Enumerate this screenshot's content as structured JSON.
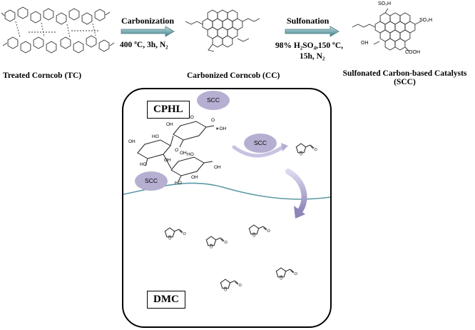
{
  "top": {
    "tc_label": "Treated  Corncob (TC)",
    "cc_label": "Carbonized Corncob (CC)",
    "scc_label_line1": "Sulfonated Carbon-based Catalysts",
    "scc_label_line2": "(SCC)",
    "step1": {
      "title": "Carbonization",
      "cond_line1": "400 ºC, 3h, N₂"
    },
    "step2": {
      "title": "Sulfonation",
      "cond_line1": "98% H₂SO₄,150 ºC,",
      "cond_line2": "15h, N₂"
    },
    "so3h_a": "SO₃H",
    "so3h_b": "SO₃H",
    "oh": "OH",
    "cooh": "COOH"
  },
  "reactor": {
    "top_phase": "CPHL",
    "bottom_phase": "DMC",
    "catalyst_label": "SCC"
  }
}
